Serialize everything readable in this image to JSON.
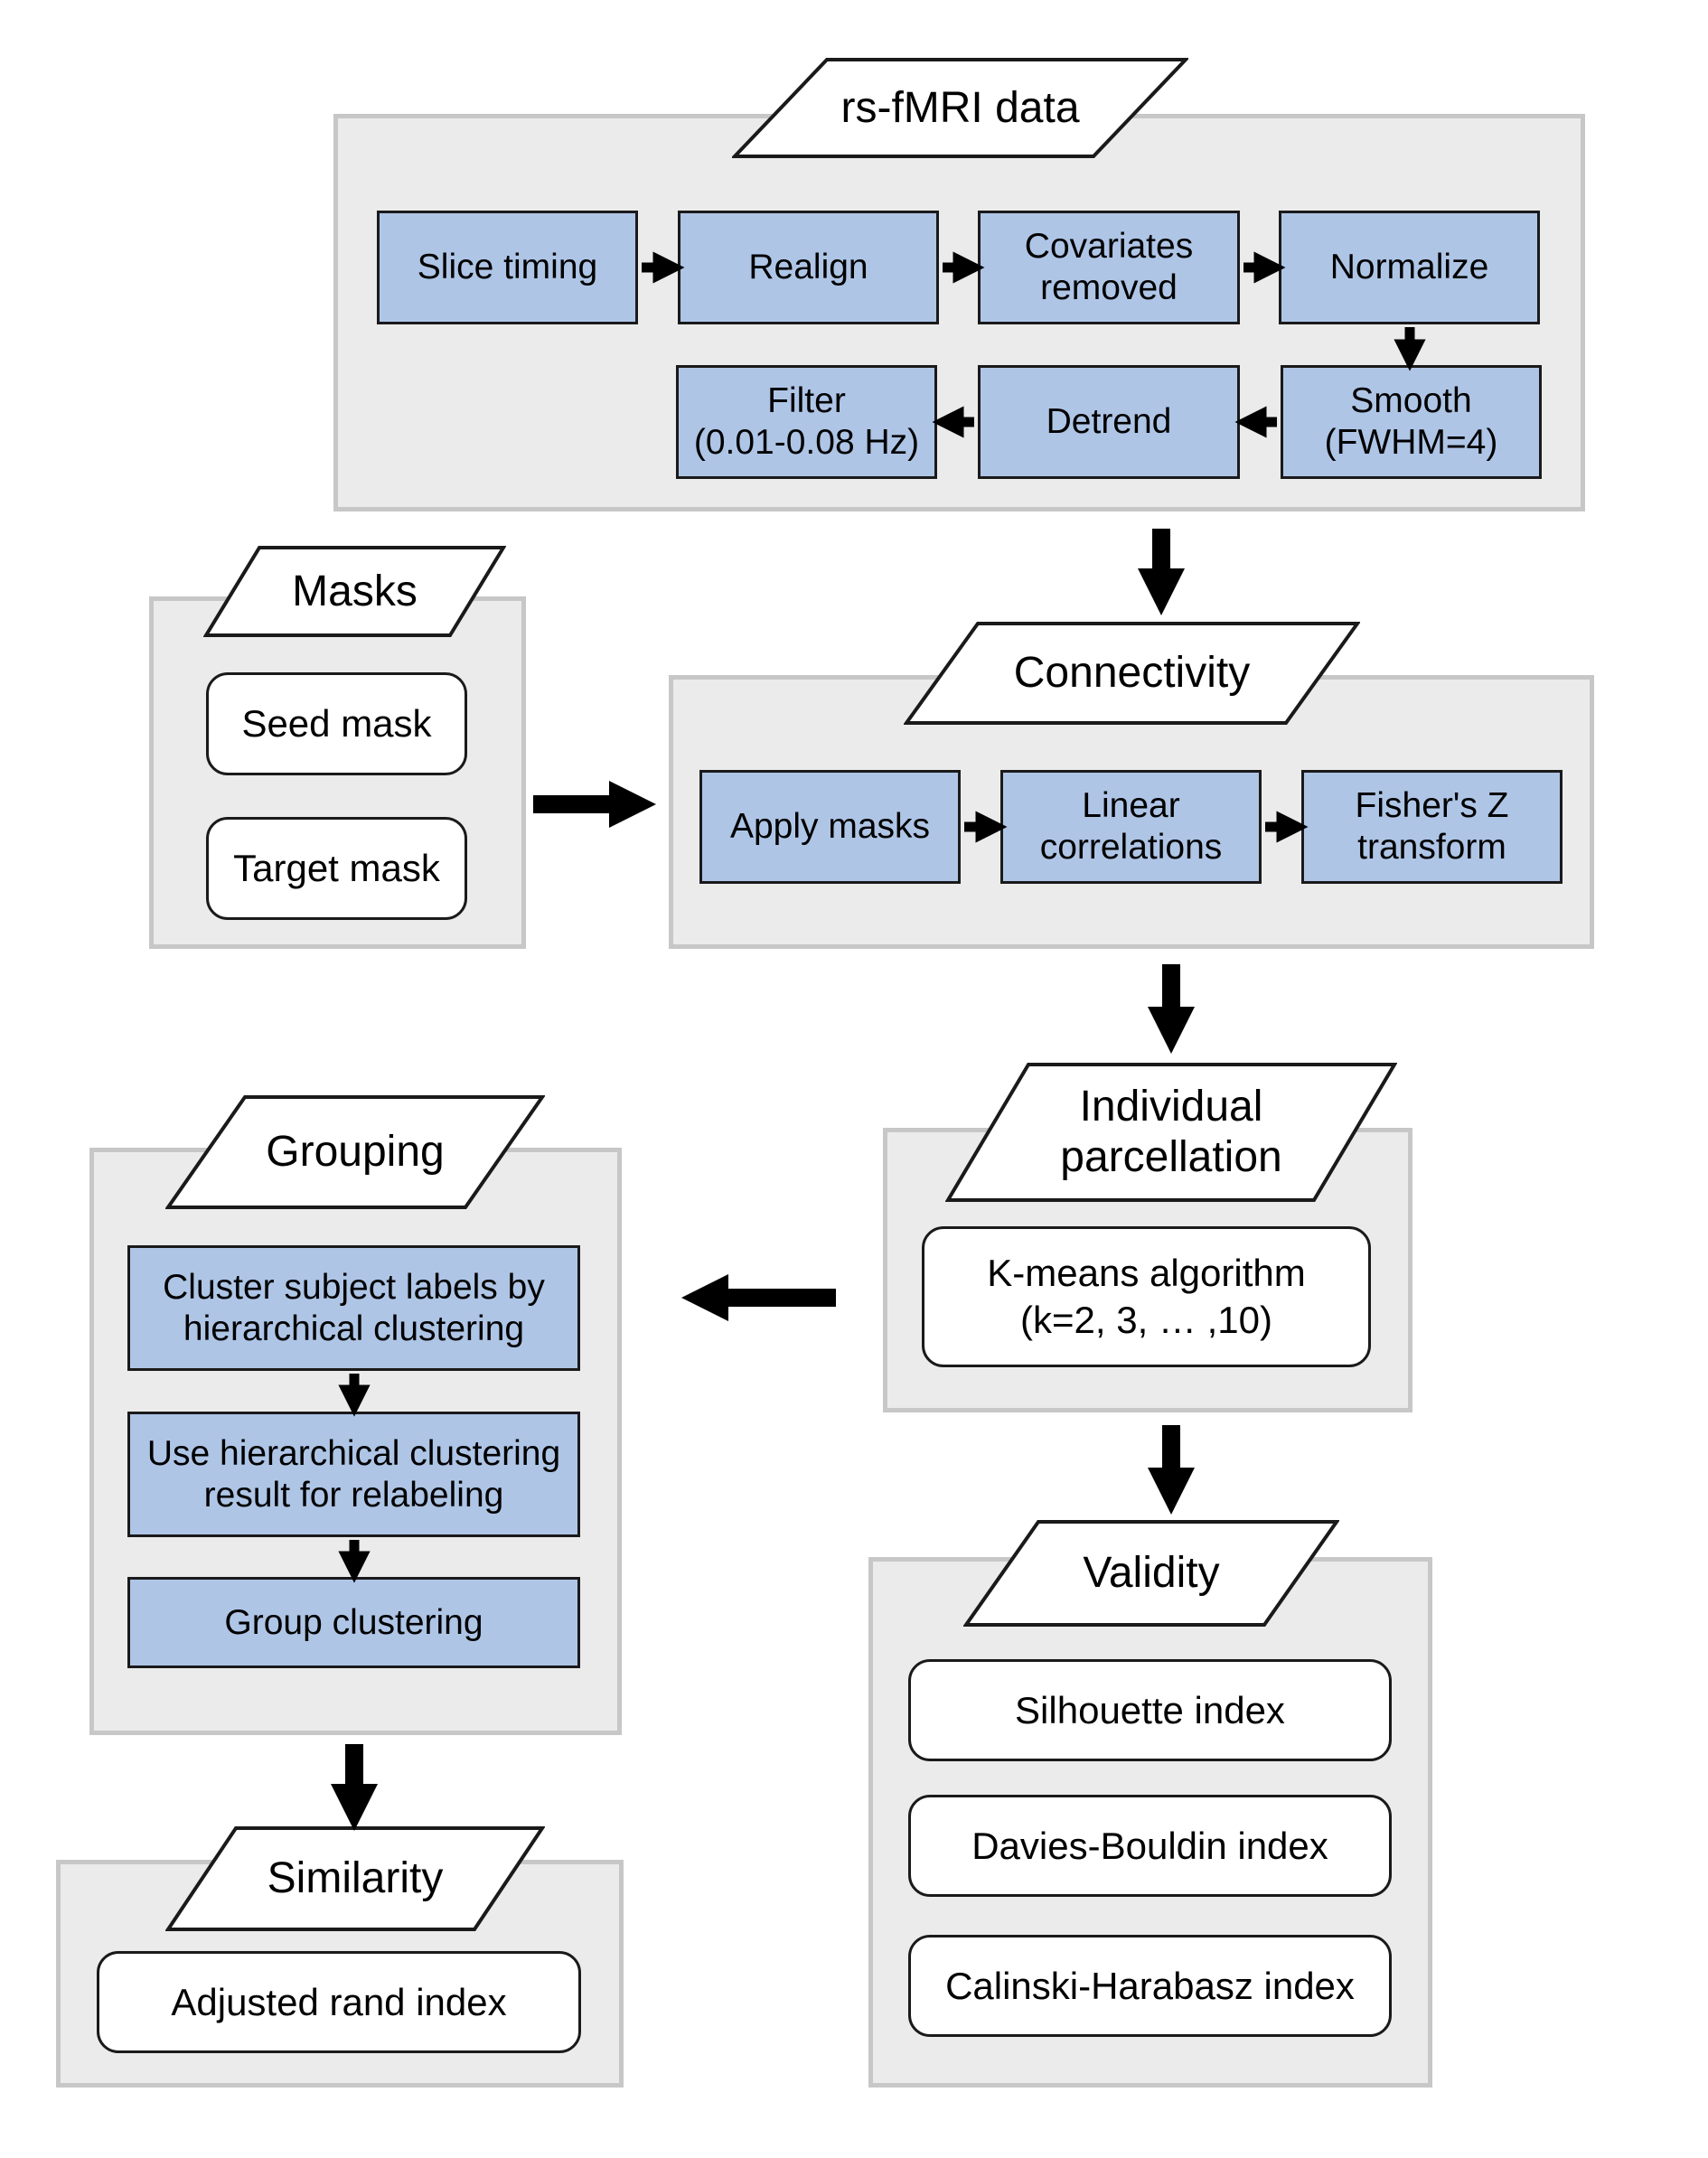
{
  "preprocessing": {
    "title": "rs-fMRI data",
    "steps": {
      "slice_timing": "Slice timing",
      "realign": "Realign",
      "covariates_removed": "Covariates\nremoved",
      "normalize": "Normalize",
      "smooth": "Smooth\n(FWHM=4)",
      "detrend": "Detrend",
      "filter": "Filter\n(0.01-0.08 Hz)"
    }
  },
  "masks": {
    "title": "Masks",
    "seed": "Seed mask",
    "target": "Target mask"
  },
  "connectivity": {
    "title": "Connectivity",
    "apply_masks": "Apply masks",
    "linear_correlations": "Linear\ncorrelations",
    "fishers_z": "Fisher's Z\ntransform"
  },
  "individual": {
    "title": "Individual\nparcellation",
    "kmeans": "K-means algorithm\n(k=2, 3, … ,10)"
  },
  "grouping": {
    "title": "Grouping",
    "step1": "Cluster subject labels by\nhierarchical clustering",
    "step2": "Use hierarchical clustering\nresult for relabeling",
    "step3": "Group clustering"
  },
  "validity": {
    "title": "Validity",
    "silhouette": "Silhouette index",
    "davies_bouldin": "Davies-Bouldin index",
    "calinski": "Calinski-Harabasz index"
  },
  "similarity": {
    "title": "Similarity",
    "ari": "Adjusted rand index"
  }
}
